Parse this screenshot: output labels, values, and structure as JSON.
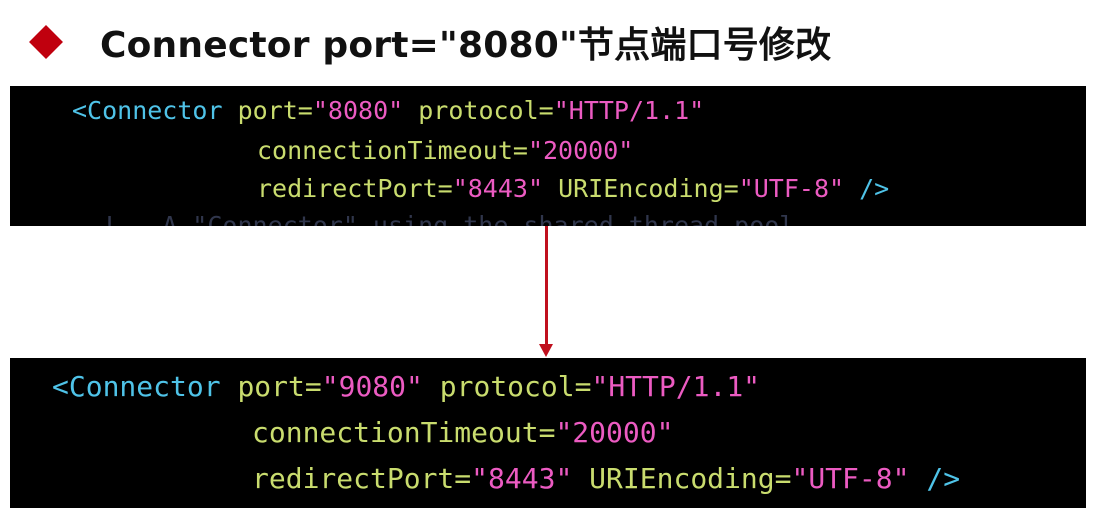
{
  "title": "Connector port=\"8080\"节点端口号修改",
  "accent_color": "#c0000e",
  "code_before": {
    "line1": {
      "tag": "<Connector",
      "attr1": "port",
      "val1": "\"8080\"",
      "attr2": "protocol",
      "val2": "\"HTTP/1.1\""
    },
    "line2": {
      "attr": "connectionTimeout",
      "val": "\"20000\""
    },
    "line3": {
      "attr1": "redirectPort",
      "val1": "\"8443\"",
      "attr2": "URIEncoding",
      "val2": "\"UTF-8\"",
      "close": "/>"
    },
    "partial_line": "!-- A \"Connector\" using the shared thread pool--"
  },
  "code_after": {
    "line1": {
      "tag": "<Connector",
      "attr1": "port",
      "val1": "\"9080\"",
      "attr2": "protocol",
      "val2": "\"HTTP/1.1\""
    },
    "line2": {
      "attr": "connectionTimeout",
      "val": "\"20000\""
    },
    "line3": {
      "attr1": "redirectPort",
      "val1": "\"8443\"",
      "attr2": "URIEncoding",
      "val2": "\"UTF-8\"",
      "close": "/>"
    }
  },
  "arrow_color": "#c0101e"
}
